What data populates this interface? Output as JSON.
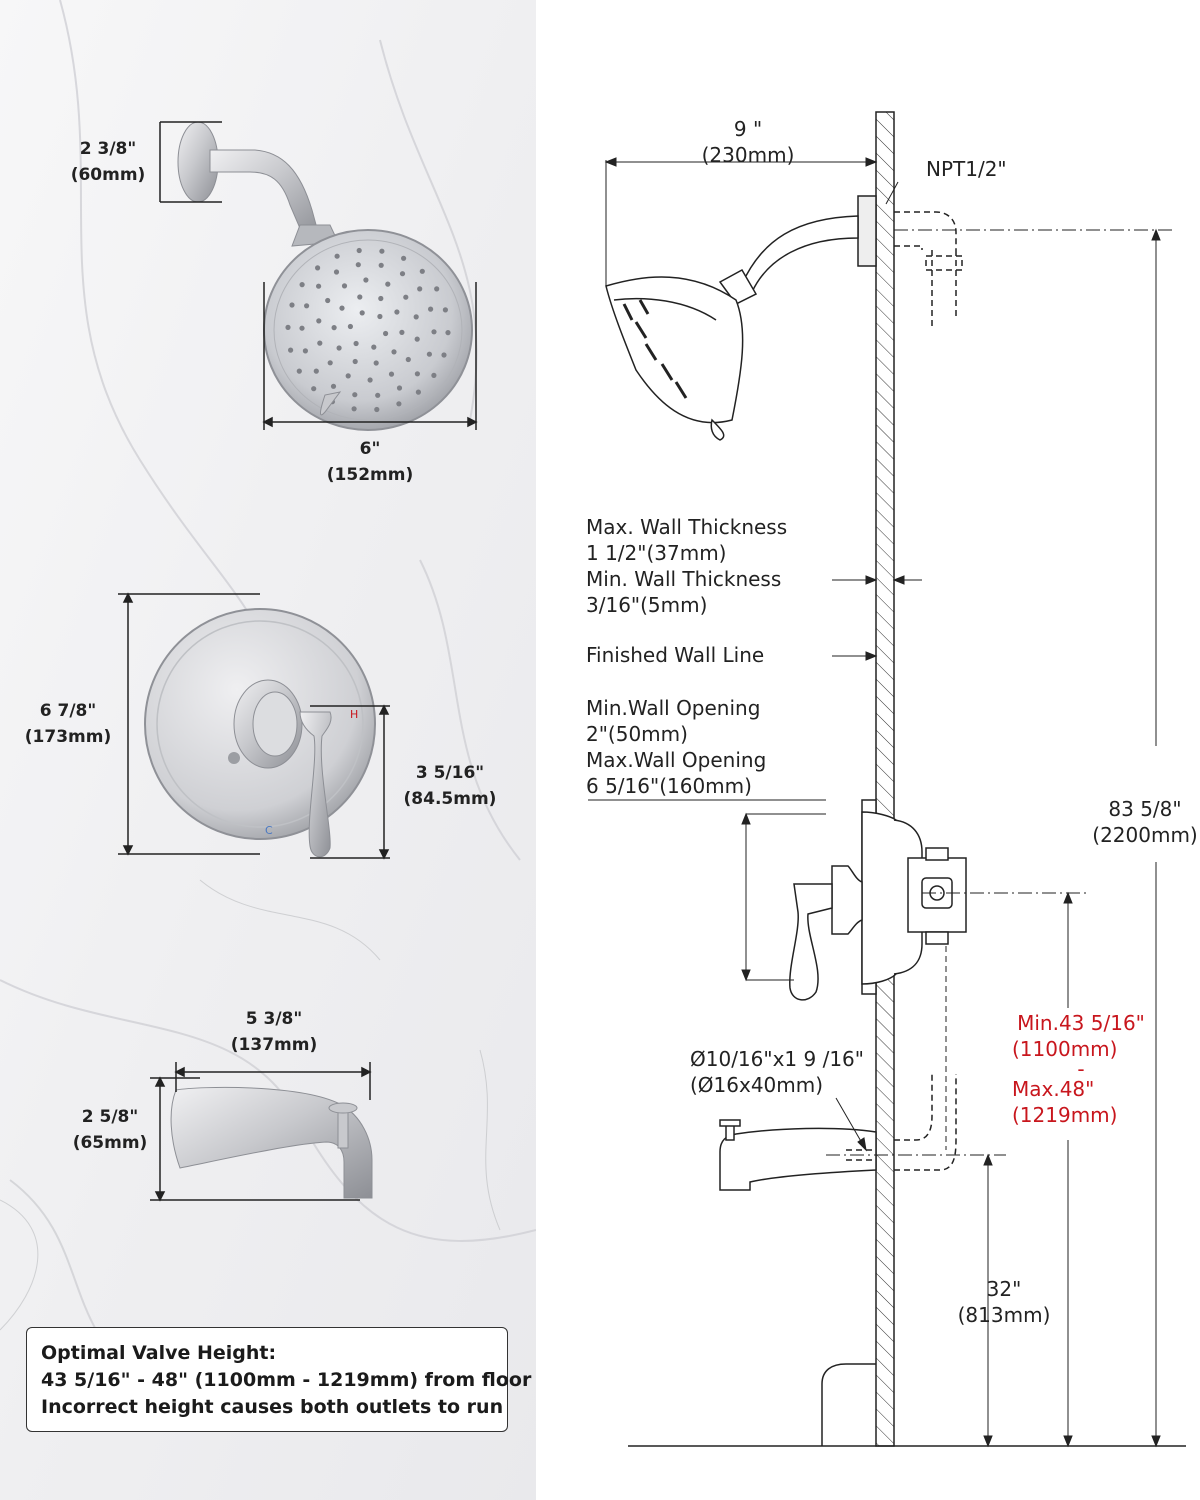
{
  "left_panel": {
    "shower_head": {
      "arm_height": "2 3/8\"",
      "arm_height_mm": "(60mm)",
      "diameter": "6\"",
      "diameter_mm": "(152mm)"
    },
    "valve_trim": {
      "diameter": "6 7/8\"",
      "diameter_mm": "(173mm)",
      "handle_height": "3 5/16\"",
      "handle_height_mm": "(84.5mm)",
      "hot_mark": "H",
      "cold_mark": "C"
    },
    "tub_spout": {
      "length": "5 3/8\"",
      "length_mm": "(137mm)",
      "height": "2 5/8\"",
      "height_mm": "(65mm)"
    },
    "info_box": {
      "line1": "Optimal Valve Height:",
      "line2": "43 5/16\" - 48\" (1100mm - 1219mm) from floor",
      "line3": "Incorrect height causes both outlets to run"
    }
  },
  "right_panel": {
    "arm_reach": "9 \"",
    "arm_reach_mm": "(230mm)",
    "thread": "NPT1/2\"",
    "max_wall_thickness_label": "Max. Wall Thickness",
    "max_wall_thickness_value": "1 1/2\"(37mm)",
    "min_wall_thickness_label": "Min. Wall Thickness",
    "min_wall_thickness_value": "3/16\"(5mm)",
    "finished_wall_line": "Finished Wall Line",
    "min_wall_opening_label": "Min.Wall Opening",
    "min_wall_opening_value": "2\"(50mm)",
    "max_wall_opening_label": "Max.Wall Opening",
    "max_wall_opening_value": "6 5/16\"(160mm)",
    "total_height": "83 5/8\"",
    "total_height_mm": "(2200mm)",
    "valve_min": "Min.43 5/16\"",
    "valve_min_mm": "(1100mm)",
    "valve_dash": "-",
    "valve_max": "Max.48\"",
    "valve_max_mm": "(1219mm)",
    "spout_pipe": "Ø10/16\"x1 9 /16\"",
    "spout_pipe_mm": "(Ø16x40mm)",
    "spout_height": "32\"",
    "spout_height_mm": "(813mm)",
    "red_color": "#c8161d"
  }
}
